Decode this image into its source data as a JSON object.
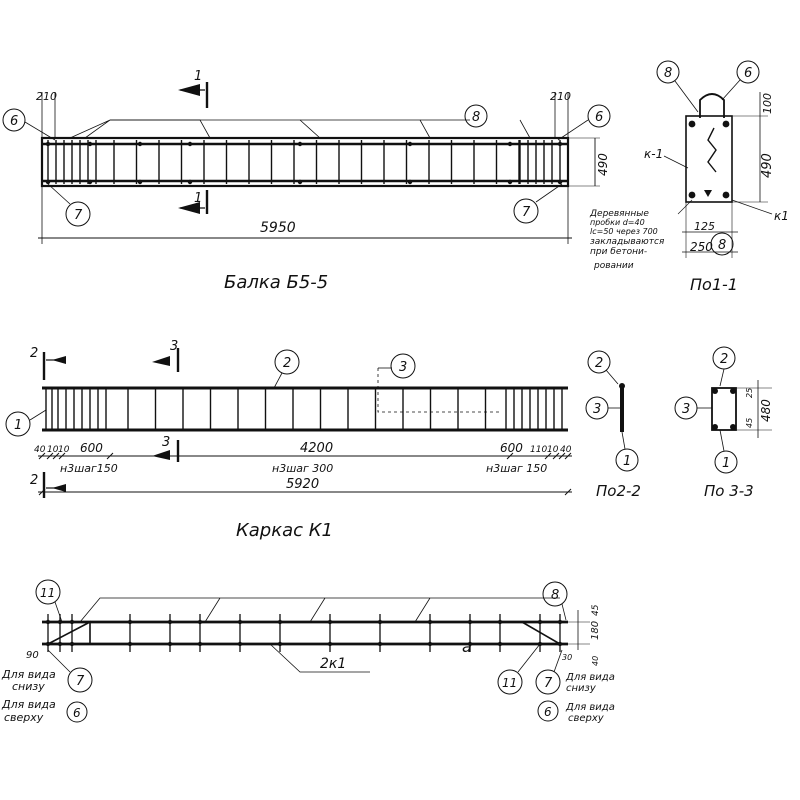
{
  "beam": {
    "title": "Балка  Б5-5",
    "dim_total": "5950",
    "dim_height": "490",
    "dim_left_end": "210",
    "dim_right_end": "210",
    "callouts": {
      "left_top": "6",
      "right_top": "6",
      "mid_top": "8",
      "left_bottom": "7",
      "right_bottom": "7"
    },
    "section_mark_top": "1",
    "section_mark_bottom": "1"
  },
  "section11": {
    "title": "По1-1",
    "callout_8_top": "8",
    "callout_6": "6",
    "callout_8_bottom": "8",
    "label_k1_left": "к-1",
    "label_k1_right": "к1",
    "dim_height": "490",
    "dim_top": "100",
    "dim_width": "250",
    "dim_inner": "125",
    "note_lines": [
      "Деревянные",
      "пробки d=40",
      "lc=50 через 700",
      "закладываются",
      "при бетони-",
      "ровании"
    ]
  },
  "frame": {
    "title": "Каркас  К1",
    "dim_total": "5920",
    "dim_mid": "4200",
    "dim_left_600": "600",
    "dim_right_600": "600",
    "left_small_dims": [
      "40",
      "10",
      "10"
    ],
    "right_small_dims": [
      "110",
      "10",
      "40"
    ],
    "pitch_left": "н3шаг150",
    "pitch_mid": "н3шаг 300",
    "pitch_right": "н3шаг 150",
    "callouts": {
      "c1": "1",
      "c2": "2",
      "c3": "3"
    },
    "section_mark_2": "2",
    "section_mark_3": "3"
  },
  "section22": {
    "title": "По2-2",
    "c2": "2",
    "c3": "3",
    "c1": "1"
  },
  "section33": {
    "title": "По 3-3",
    "c2": "2",
    "c3": "3",
    "c1": "1",
    "dim_h": "480",
    "dim_a": "25",
    "dim_b": "45"
  },
  "plan": {
    "label_2k1": "2к1",
    "callout_11_left": "11",
    "callout_11_right": "11",
    "callout_8": "8",
    "callout_7_left": "7",
    "callout_7_right": "7",
    "callout_6_left": "6",
    "callout_6_right": "6",
    "dim_90": "90",
    "dim_45": "45",
    "dim_180": "180",
    "dim_30": "30",
    "dim_40": "40",
    "note_bottom_view_left": [
      "Для вида",
      "снизу"
    ],
    "note_top_view_left": [
      "Для вида",
      "сверху"
    ],
    "note_bottom_view_right": [
      "Для вида",
      "снизу"
    ],
    "note_top_view_right": [
      "Для вида",
      "сверху"
    ],
    "mid_mark": "а"
  }
}
